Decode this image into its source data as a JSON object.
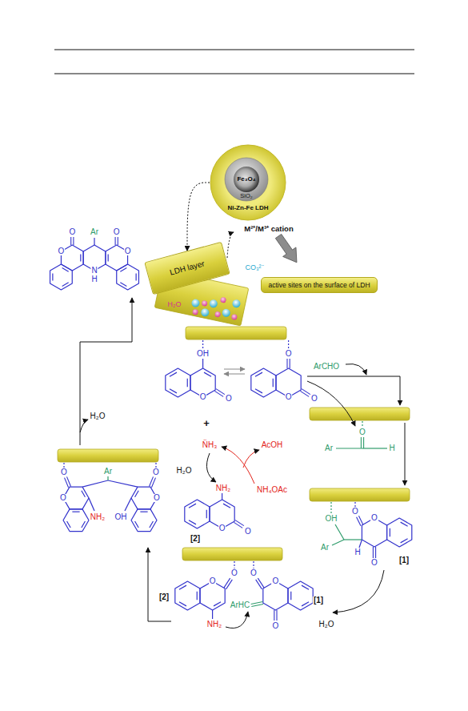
{
  "diagram": {
    "nodes": [
      {
        "text": [
          "Fe₃O₄",
          "SiO₂",
          "Ni-Zn-Fe LDH"
        ]
      },
      {
        "text": [
          "LDH layer"
        ]
      },
      {
        "text": [
          "active sites on the surface of LDH"
        ]
      }
    ],
    "edges": [
      {
        "from": 0,
        "to": 1,
        "arrow": "to"
      }
    ],
    "labels": [
      "M²⁺/M³⁺ cation",
      "H₂O",
      "CO₃²⁻",
      "Ar",
      "O",
      "O",
      "O",
      "O",
      "N",
      "H",
      "OH",
      "O",
      "O",
      "O",
      "O",
      "O",
      "ArCHO",
      "O",
      "Ar",
      "H",
      "OH",
      "Ar",
      "H",
      "O",
      "O",
      "O",
      "[1]",
      "H₂O",
      "[2]",
      "O",
      "O",
      "NH₂",
      "ArHC",
      "O",
      "O",
      "O",
      "[1]",
      "Ar",
      "O",
      "O",
      "NH₂",
      "OH",
      "O",
      "O",
      "H₂O",
      "+",
      "N̈H₃",
      "AcOH",
      "H₂O",
      "NH₄OAc",
      "NH₂",
      "O",
      "O",
      "[2]"
    ]
  }
}
